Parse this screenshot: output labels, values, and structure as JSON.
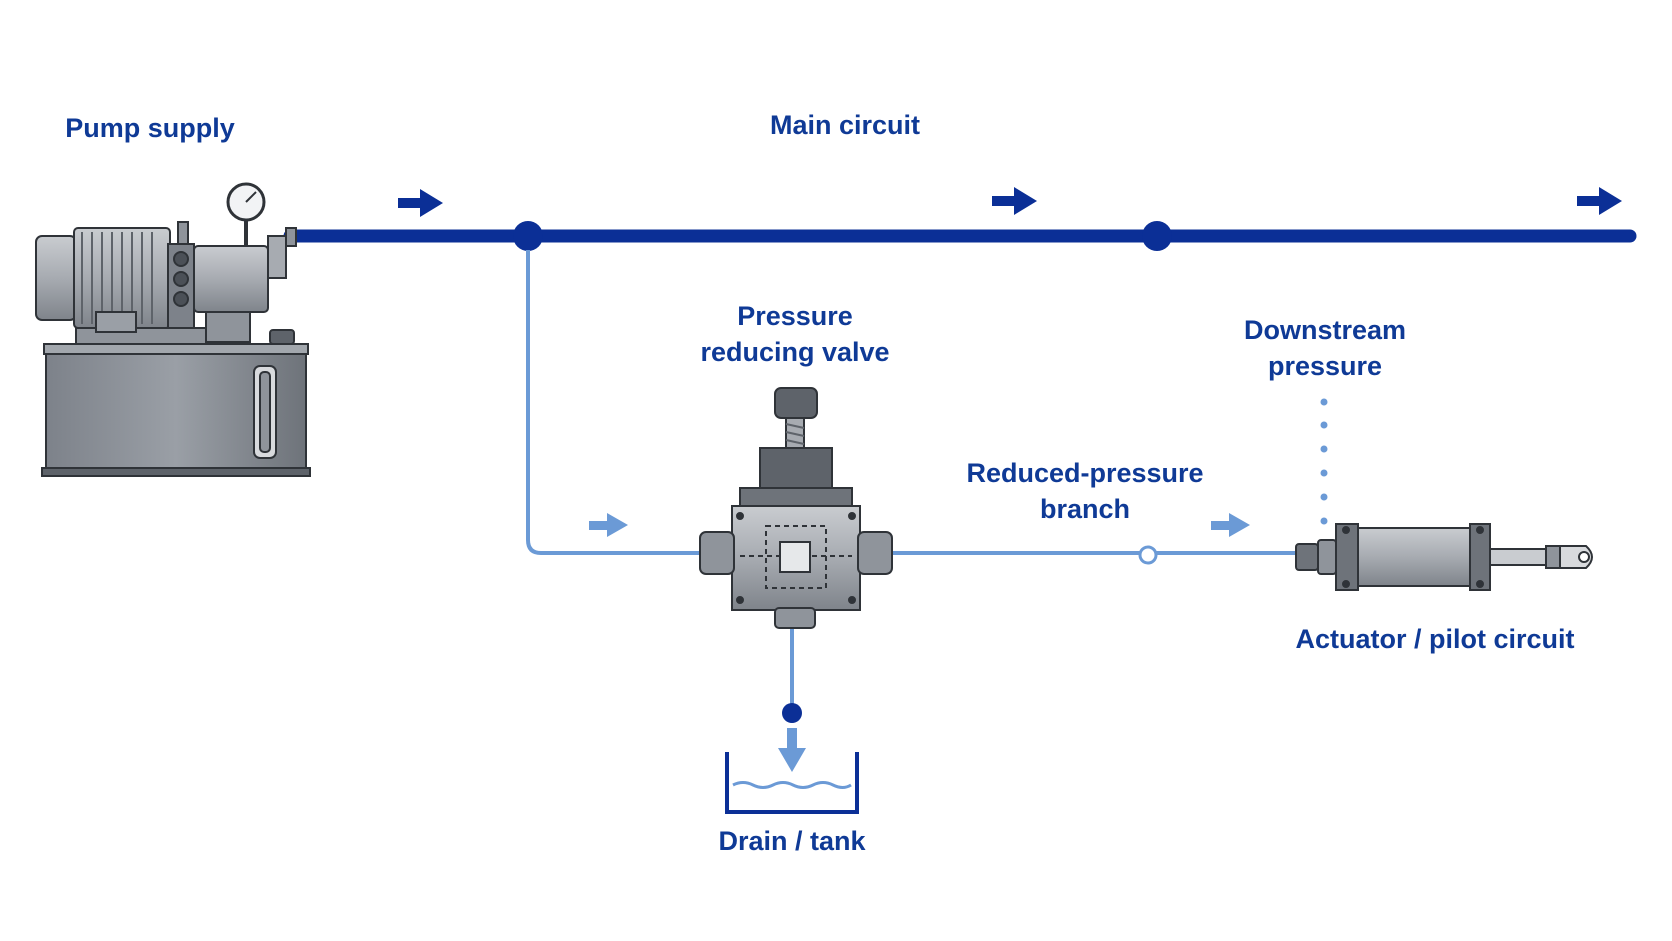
{
  "labels": {
    "pump_supply": "Pump supply",
    "main_circuit": "Main circuit",
    "prv_line1": "Pressure",
    "prv_line2": "reducing valve",
    "downstream_line1": "Downstream",
    "downstream_line2": "pressure",
    "branch_line1": "Reduced-pressure",
    "branch_line2": "branch",
    "actuator": "Actuator / pilot circuit",
    "drain": "Drain / tank"
  },
  "colors": {
    "main_line": "#0b2f96",
    "branch_line": "#6b9ad6",
    "label_text": "#0f3a96",
    "equipment_gray": "#8f949b",
    "equipment_outline": "#2f3338"
  },
  "icons": {
    "pump_unit": "pump-motor-reservoir-icon",
    "valve": "pressure-reducing-valve-icon",
    "actuator": "hydraulic-cylinder-icon",
    "tank": "drain-tank-icon",
    "gauge": "pressure-gauge-icon"
  }
}
